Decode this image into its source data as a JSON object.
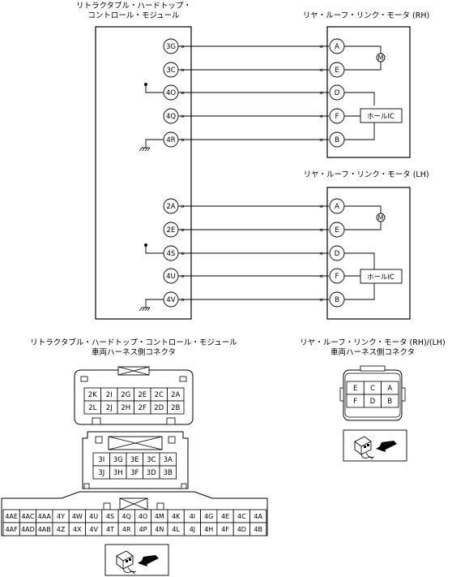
{
  "module": {
    "title_line1": "リトラクタブル・ハードトップ・",
    "title_line2": "コントロール・モジュール"
  },
  "motor_rh": {
    "title": "リヤ・ルーフ・リンク・モータ (RH)",
    "hall_label": "ホールIC",
    "motor_symbol": "M"
  },
  "motor_lh": {
    "title": "リヤ・ルーフ・リンク・モータ (LH)",
    "hall_label": "ホールIC",
    "motor_symbol": "M"
  },
  "wires_rh": [
    {
      "module_pin": "3G",
      "motor_pin": "A"
    },
    {
      "module_pin": "3C",
      "motor_pin": "E"
    },
    {
      "module_pin": "4O",
      "motor_pin": "D"
    },
    {
      "module_pin": "4Q",
      "motor_pin": "F"
    },
    {
      "module_pin": "4R",
      "motor_pin": "B"
    }
  ],
  "wires_lh": [
    {
      "module_pin": "2A",
      "motor_pin": "A"
    },
    {
      "module_pin": "2E",
      "motor_pin": "E"
    },
    {
      "module_pin": "4S",
      "motor_pin": "D"
    },
    {
      "module_pin": "4U",
      "motor_pin": "F"
    },
    {
      "module_pin": "4V",
      "motor_pin": "B"
    }
  ],
  "module_connector": {
    "title_line1": "リトラクタブル・ハードトップ・コントロール・モジュール",
    "title_line2": "車両ハーネス側コネクタ",
    "block2": [
      [
        "2K",
        "2I",
        "2G",
        "2E",
        "2C",
        "2A"
      ],
      [
        "2L",
        "2J",
        "2H",
        "2F",
        "2D",
        "2B"
      ]
    ],
    "block3": [
      [
        "3I",
        "3G",
        "3E",
        "3C",
        "3A"
      ],
      [
        "3J",
        "3H",
        "3F",
        "3D",
        "3B"
      ]
    ],
    "block4": [
      [
        "4AE",
        "4AC",
        "4AA",
        "4Y",
        "4W",
        "4U",
        "4S",
        "4Q",
        "4O",
        "4M",
        "4K",
        "4I",
        "4G",
        "4E",
        "4C",
        "4A"
      ],
      [
        "4AF",
        "4AD",
        "4AB",
        "4Z",
        "4X",
        "4V",
        "4T",
        "4R",
        "4P",
        "4N",
        "4L",
        "4J",
        "4H",
        "4F",
        "4D",
        "4B"
      ]
    ]
  },
  "motor_connector": {
    "title_line1": "リヤ・ルーフ・リンク・モータ (RH)/(LH)",
    "title_line2": "車両ハーネス側コネクタ",
    "cells": [
      [
        "E",
        "C",
        "A"
      ],
      [
        "F",
        "D",
        "B"
      ]
    ]
  }
}
